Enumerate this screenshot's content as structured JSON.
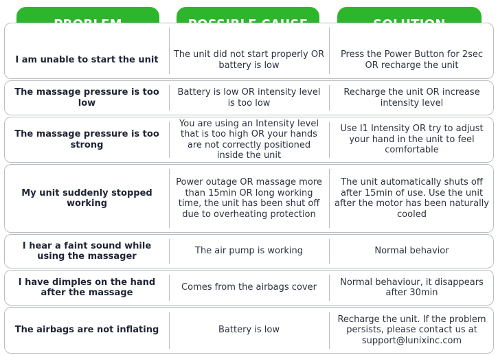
{
  "headers": {
    "problem": "PROBLEM",
    "cause": "POSSIBLE CAUSE",
    "solution": "SOLUTION"
  },
  "rows": [
    {
      "problem": "I am unable to start the unit",
      "cause": "The unit did not start properly OR battery is low",
      "solution": "Press the Power Button for 2sec OR recharge the unit"
    },
    {
      "problem": "The massage pressure is too low",
      "cause": "Battery is low OR intensity level is too low",
      "solution": "Recharge the unit OR increase intensity level"
    },
    {
      "problem": "The massage pressure is too strong",
      "cause": "You are using an Intensity level that is too high OR your hands are not correctly positioned inside the unit",
      "solution": "Use I1 Intensity OR try to adjust your hand in the unit to feel comfortable"
    },
    {
      "problem": "My unit suddenly stopped working",
      "cause": "Power outage OR massage more than 15min OR long working time, the unit has been shut off due to overheating protection",
      "solution": "The unit automatically shuts off after 15min of use. Use the unit after the motor has been naturally cooled"
    },
    {
      "problem": "I hear a faint sound while using the massager",
      "cause": "The air pump is working",
      "solution": "Normal behavior"
    },
    {
      "problem": "I have dimples on the hand after the massage",
      "cause": "Comes from the airbags cover",
      "solution": "Normal behaviour, it disappears after 30min"
    },
    {
      "problem": "The airbags are not inflating",
      "cause": "Battery is low",
      "solution": "Recharge the unit. If the problem persists, please contact us at support@lunixinc.com"
    }
  ]
}
